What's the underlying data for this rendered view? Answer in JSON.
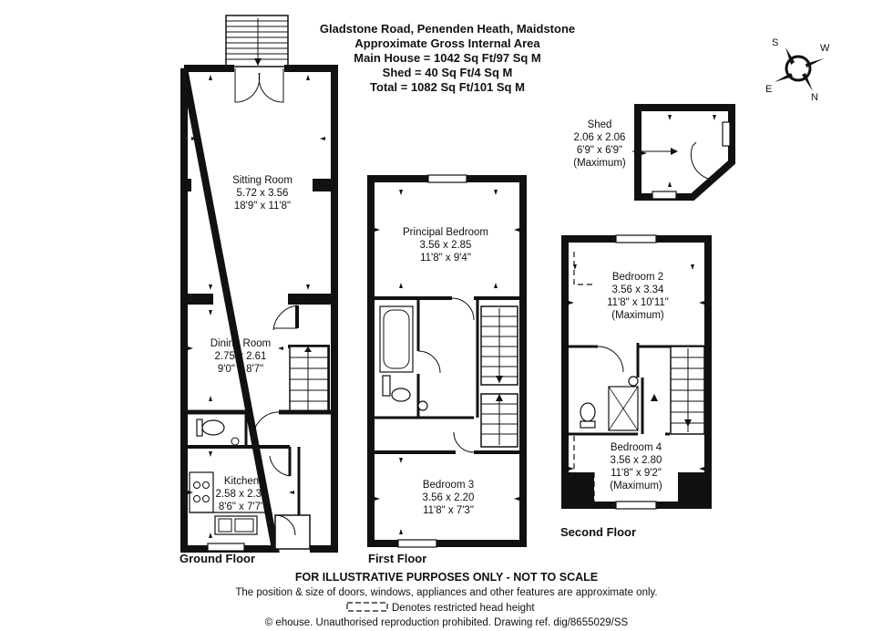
{
  "header": {
    "address": "Gladstone Road, Penenden Heath, Maidstone",
    "area_title": "Approximate Gross Internal Area",
    "main_house": "Main House = 1042 Sq Ft/97 Sq M",
    "shed": "Shed = 40 Sq Ft/4 Sq M",
    "total": "Total = 1082 Sq Ft/101 Sq M"
  },
  "compass": {
    "s": "S",
    "w": "W",
    "e": "E",
    "n": "N"
  },
  "floors": {
    "ground": "Ground Floor",
    "first": "First Floor",
    "second": "Second Floor"
  },
  "rooms": {
    "sitting": {
      "name": "Sitting Room",
      "metric": "5.72 x 3.56",
      "imperial": "18'9\" x 11'8\""
    },
    "dining": {
      "name": "Dining Room",
      "metric": "2.75 x 2.61",
      "imperial": "9'0\" x 8'7\""
    },
    "kitchen": {
      "name": "Kitchen",
      "metric": "2.58 x 2.32",
      "imperial": "8'6\" x 7'7\""
    },
    "principal": {
      "name": "Principal Bedroom",
      "metric": "3.56 x 2.85",
      "imperial": "11'8\" x 9'4\""
    },
    "bed3": {
      "name": "Bedroom 3",
      "metric": "3.56 x 2.20",
      "imperial": "11'8\" x 7'3\""
    },
    "bed2": {
      "name": "Bedroom 2",
      "metric": "3.56 x 3.34",
      "imperial": "11'8\" x 10'11\"",
      "note": "(Maximum)"
    },
    "bed4": {
      "name": "Bedroom 4",
      "metric": "3.56 x 2.80",
      "imperial": "11'8\" x 9'2\"",
      "note": "(Maximum)"
    },
    "shed": {
      "name": "Shed",
      "metric": "2.06 x 2.06",
      "imperial": "6'9\" x 6'9\"",
      "note": "(Maximum)"
    }
  },
  "footer": {
    "disclaimer": "FOR ILLUSTRATIVE PURPOSES ONLY - NOT TO SCALE",
    "position_note": "The position & size of doors, windows, appliances and other features are approximate only.",
    "legend": "Denotes restricted head height",
    "copyright": "© ehouse. Unauthorised reproduction prohibited. Drawing ref. dig/8655029/SS"
  }
}
